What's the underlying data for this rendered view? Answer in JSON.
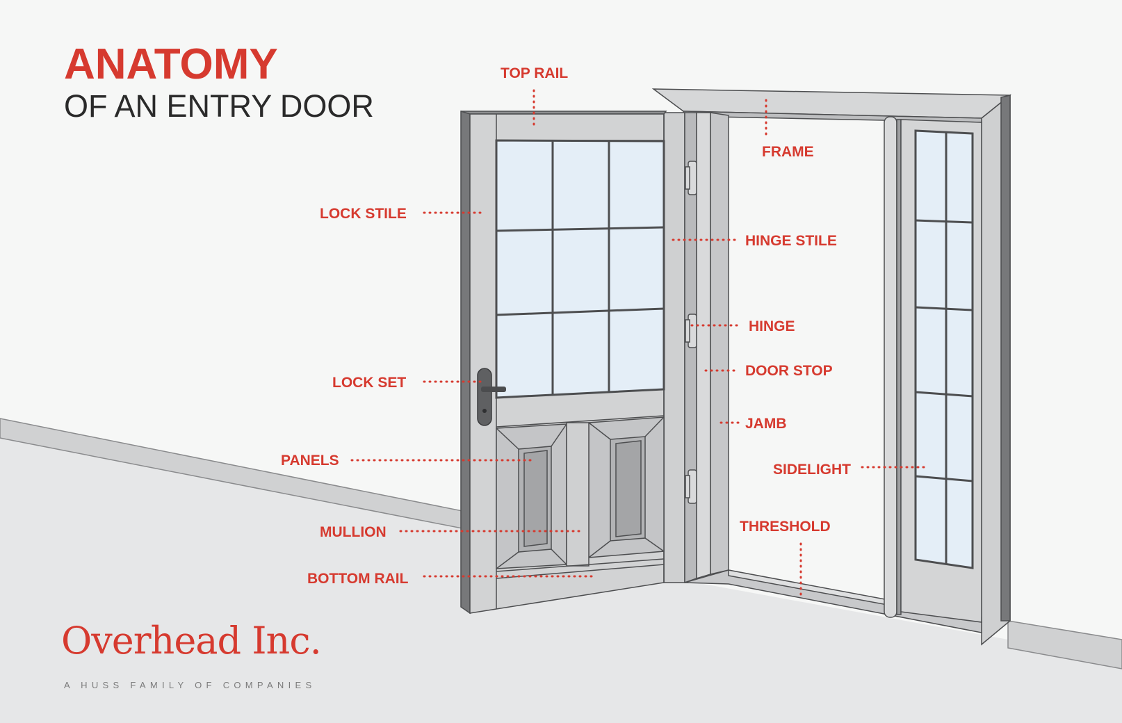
{
  "title": {
    "main": "ANATOMY",
    "sub": "OF AN ENTRY DOOR"
  },
  "labels": {
    "top_rail": "TOP RAIL",
    "frame": "FRAME",
    "lock_stile": "LOCK STILE",
    "hinge_stile": "HINGE STILE",
    "hinge": "HINGE",
    "door_stop": "DOOR STOP",
    "lock_set": "LOCK SET",
    "jamb": "JAMB",
    "panels": "PANELS",
    "sidelight": "SIDELIGHT",
    "threshold": "THRESHOLD",
    "mullion": "MULLION",
    "bottom_rail": "BOTTOM RAIL"
  },
  "brand": {
    "name": "Overhead Inc.",
    "tagline": "A HUSS FAMILY OF COMPANIES"
  },
  "colors": {
    "accent": "#d63a2f",
    "background": "#f6f7f6",
    "floor": "#e6e7e8",
    "door_face": "#d2d3d4",
    "door_edge": "#77787a",
    "glass": "#e4eef7",
    "outline": "#4d4e50"
  }
}
